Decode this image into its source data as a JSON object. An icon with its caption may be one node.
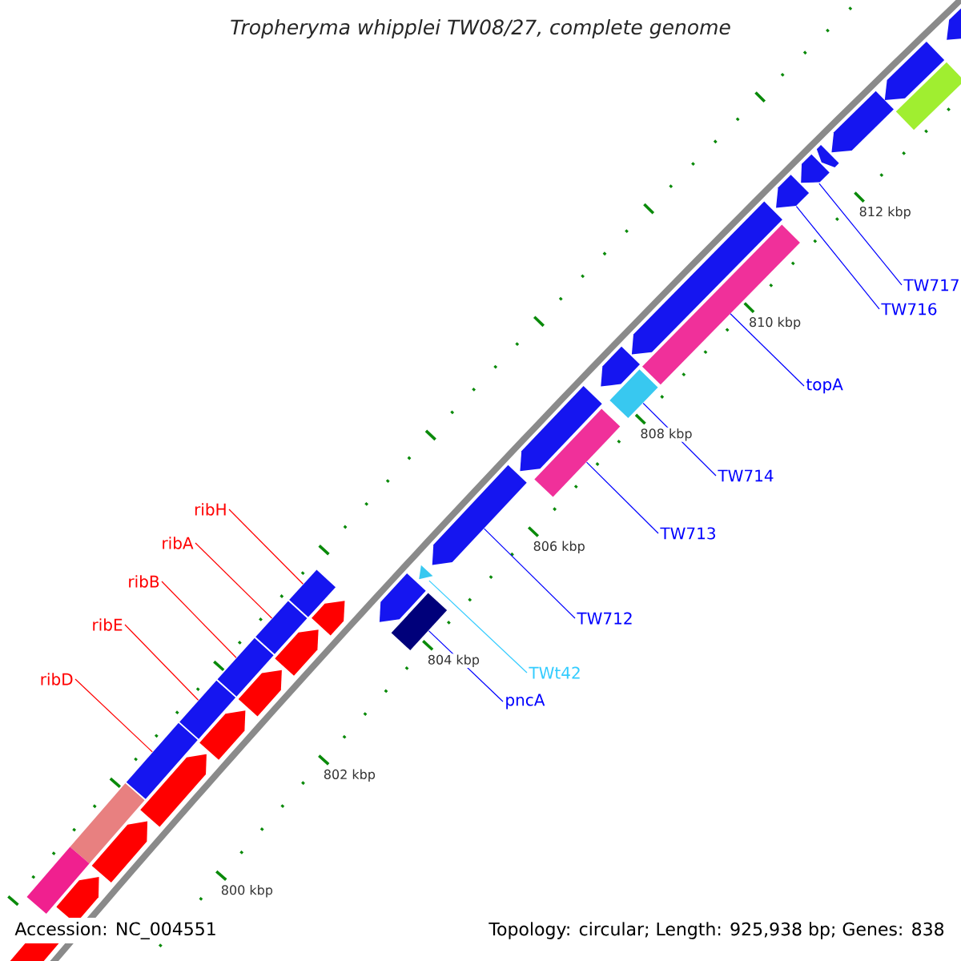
{
  "diagram": {
    "title": "*Tropheryma whipplei* TW08/27, complete genome",
    "nodes": [
      {
        "text": [
          "TW717"
        ]
      },
      {
        "text": [
          "TW716"
        ]
      },
      {
        "text": [
          "topA"
        ]
      },
      {
        "text": [
          "TW714"
        ]
      },
      {
        "text": [
          "ribH"
        ]
      },
      {
        "text": [
          "TW713"
        ]
      },
      {
        "text": [
          "ribA"
        ]
      },
      {
        "text": [
          "ribB"
        ]
      },
      {
        "text": [
          "TW712"
        ]
      },
      {
        "text": [
          "ribE"
        ]
      },
      {
        "text": [
          "TWt42"
        ]
      },
      {
        "text": [
          "ribD"
        ]
      },
      {
        "text": [
          "pncA"
        ]
      },
      {
        "text": [],
        "shape": "bar"
      },
      {
        "text": [],
        "shape": "bar"
      },
      {
        "text": [],
        "shape": "bar"
      },
      {
        "text": [],
        "shape": "bar"
      },
      {
        "text": [],
        "shape": "bar"
      },
      {
        "text": [],
        "shape": "bar"
      },
      {
        "text": [],
        "shape": "bar"
      },
      {
        "text": [],
        "shape": "bar"
      },
      {
        "text": [],
        "shape": "bar"
      },
      {
        "text": [],
        "shape": "bar"
      },
      {
        "text": [],
        "shape": "bar"
      },
      {
        "text": [],
        "shape": "bar"
      },
      {
        "text": [],
        "shape": "bar"
      },
      {
        "text": [],
        "shape": "bar"
      },
      {
        "text": [],
        "shape": "triangle"
      },
      {
        "text": [],
        "shape": "bar"
      },
      {
        "text": [],
        "shape": "bar"
      },
      {
        "text": [],
        "shape": "bar"
      },
      {
        "text": [],
        "shape": "bar"
      },
      {
        "text": [],
        "shape": "bar"
      },
      {
        "text": [],
        "shape": "bar"
      },
      {
        "text": [],
        "shape": "bar"
      },
      {
        "text": [],
        "shape": "bar"
      },
      {
        "text": [],
        "shape": "bar"
      },
      {
        "text": [],
        "shape": "bar"
      },
      {
        "text": [],
        "shape": "bar"
      },
      {
        "text": [],
        "shape": "bar"
      },
      {
        "text": [],
        "shape": "bar"
      },
      {
        "text": [],
        "shape": "bar"
      },
      {
        "text": [],
        "shape": "bar"
      },
      {
        "text": [],
        "shape": "bar"
      },
      {
        "text": [],
        "shape": "bar"
      }
    ],
    "edges": [
      {
        "from": 0,
        "to": 18,
        "arrow": "none"
      },
      {
        "from": 1,
        "to": 19,
        "arrow": "none"
      },
      {
        "from": 2,
        "to": 21,
        "arrow": "none"
      },
      {
        "from": 3,
        "to": 23,
        "arrow": "none"
      },
      {
        "from": 4,
        "to": 28,
        "arrow": "none",
        "color": "#ff0000"
      },
      {
        "from": 5,
        "to": 25,
        "arrow": "none"
      },
      {
        "from": 6,
        "to": 32,
        "arrow": "none",
        "color": "#ff0000"
      },
      {
        "from": 7,
        "to": 34,
        "arrow": "none",
        "color": "#ff0000"
      },
      {
        "from": 8,
        "to": 26,
        "arrow": "none"
      },
      {
        "from": 9,
        "to": 36,
        "arrow": "none",
        "color": "#ff0000"
      },
      {
        "from": 10,
        "to": 27,
        "arrow": "none",
        "color": "#33ccff"
      },
      {
        "from": 11,
        "to": 38,
        "arrow": "none",
        "color": "#ff0000"
      },
      {
        "from": 12,
        "to": 31,
        "arrow": "none"
      }
    ],
    "labels": [
      "812 kbp",
      "810 kbp",
      "808 kbp",
      "806 kbp",
      "804 kbp",
      "802 kbp",
      "800 kbp",
      "Accession: NC_004551",
      "Topology: circular; Length: 925,938 bp; Genes: 838"
    ]
  }
}
